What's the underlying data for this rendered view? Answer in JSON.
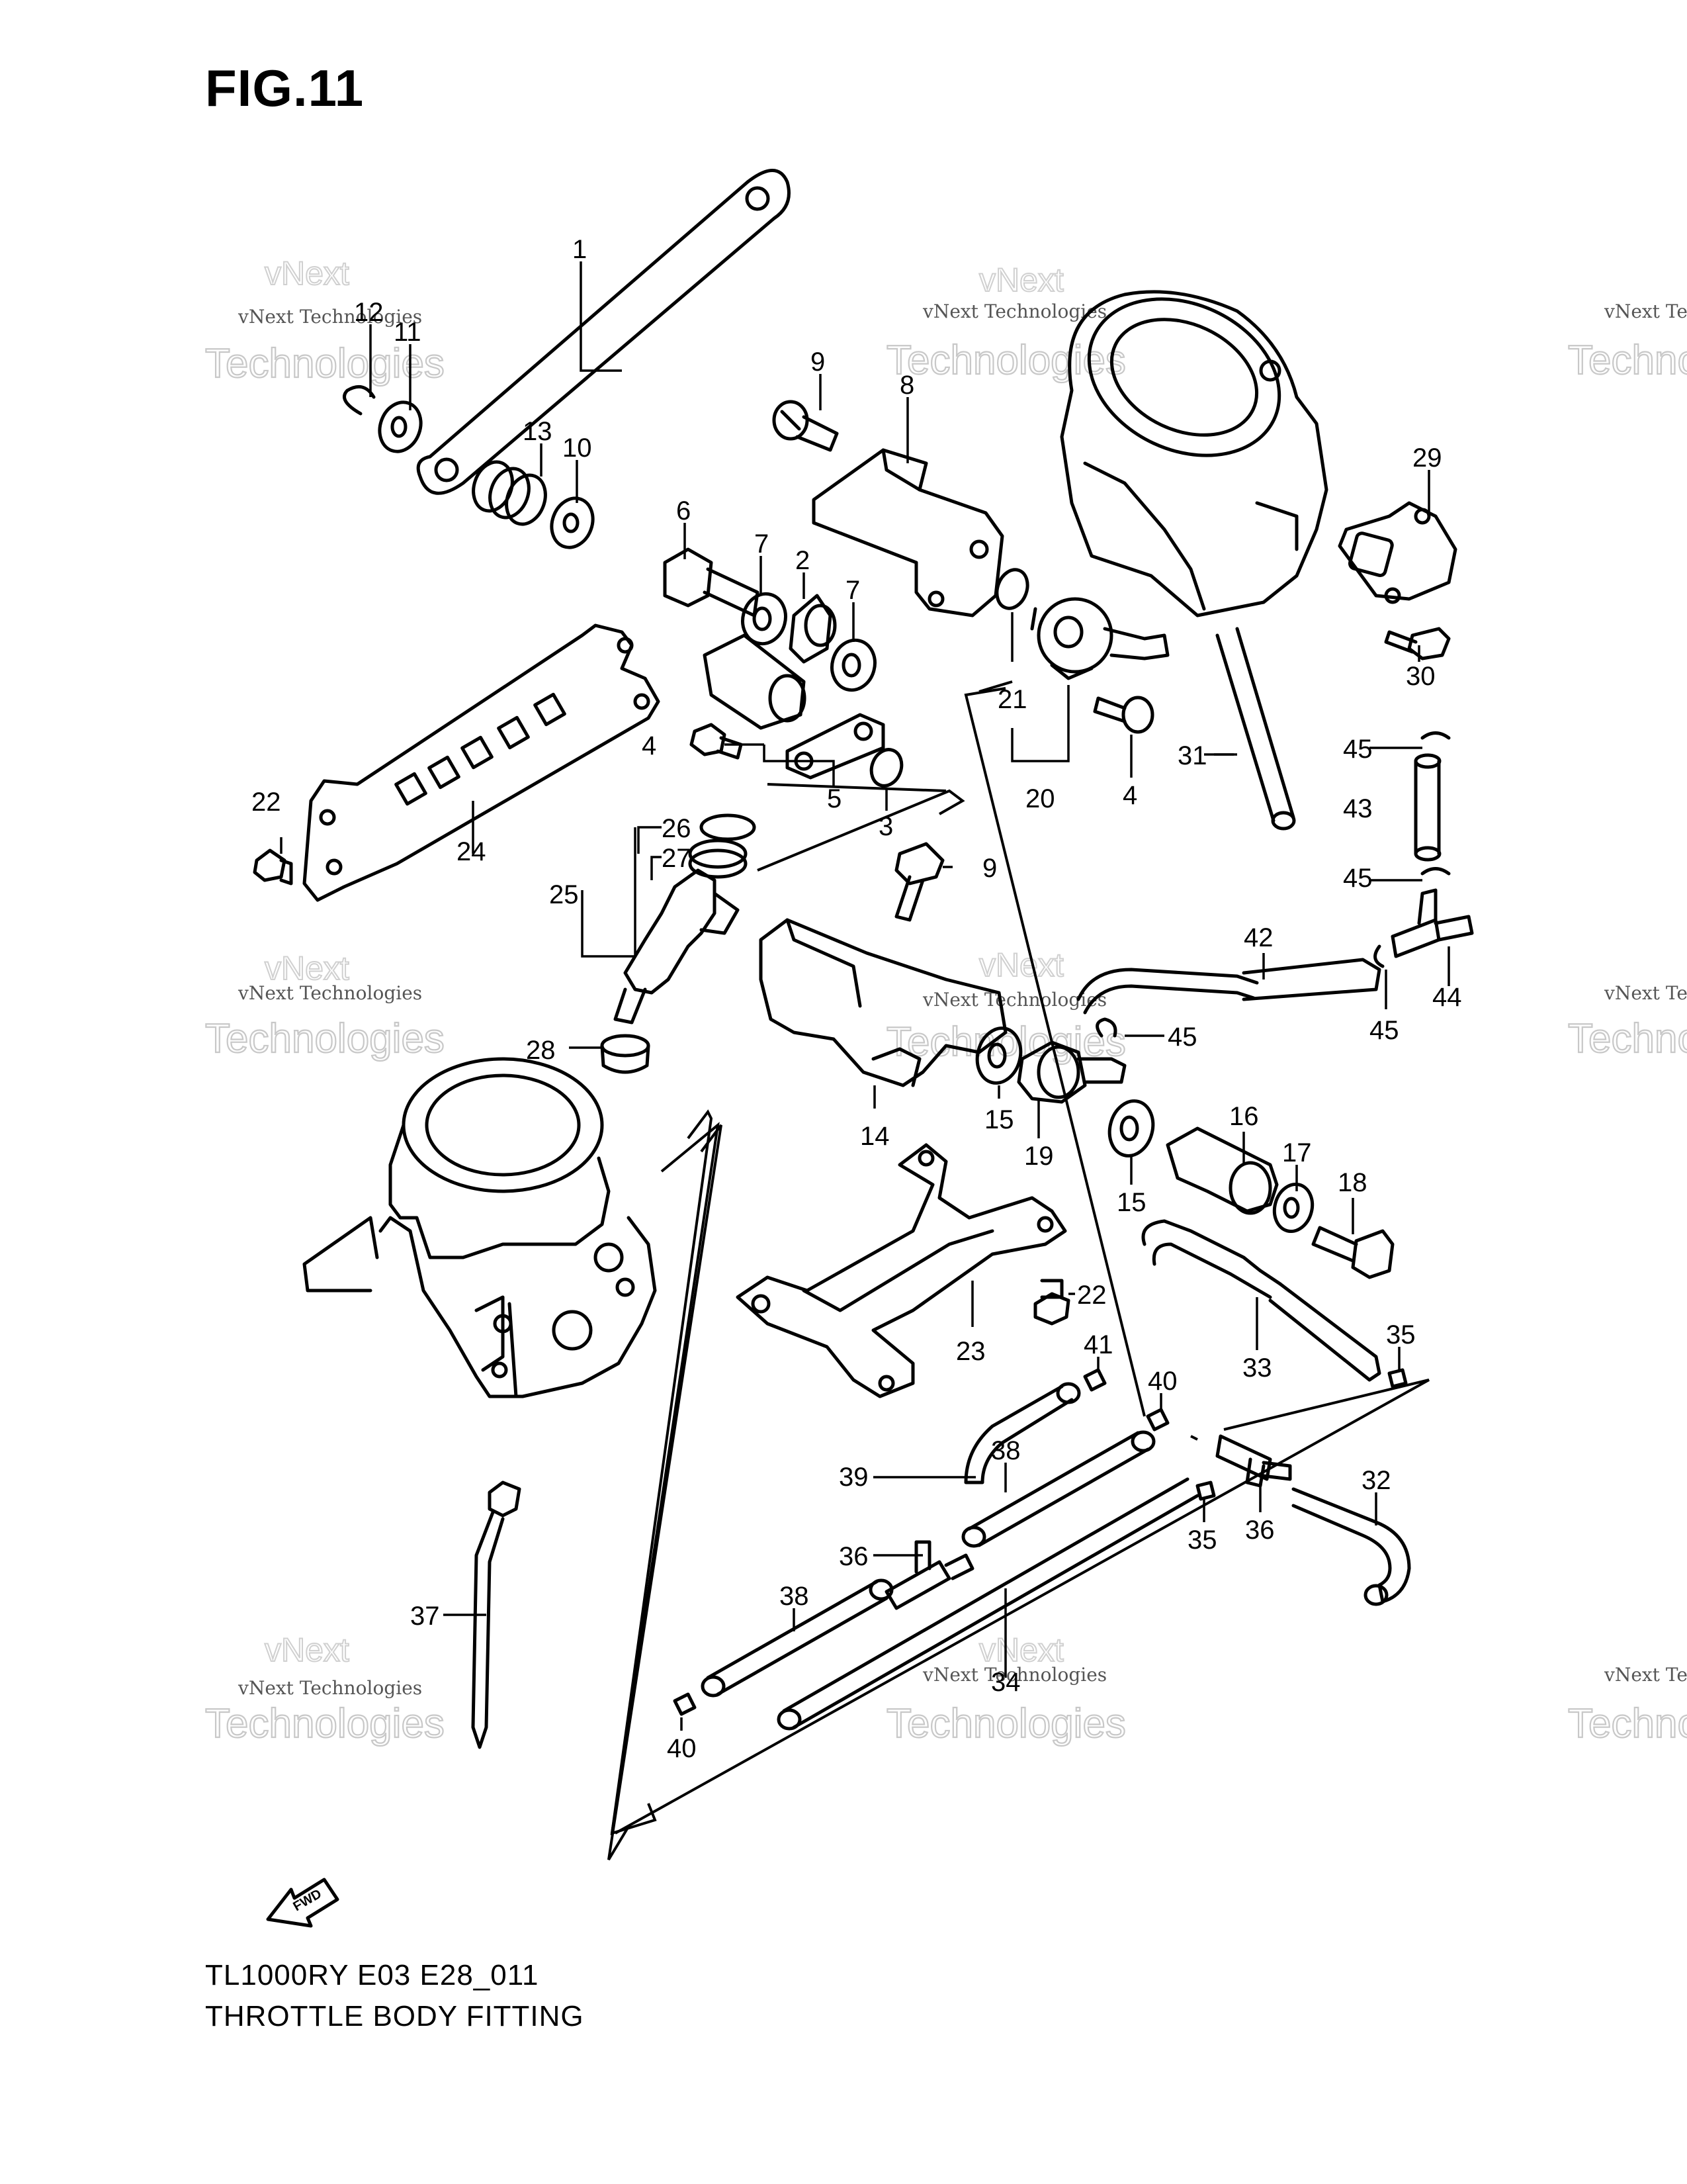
{
  "figure": {
    "title": "FIG.11",
    "model_code": "TL1000RY E03 E28_011",
    "diagram_title": "THROTTLE BODY FITTING",
    "fwd_label": "FWD"
  },
  "watermark": {
    "line1": "vNext Technologies",
    "line2": "vNext",
    "line3": "Technologies"
  },
  "callouts": [
    "1",
    "12",
    "11",
    "13",
    "10",
    "9",
    "8",
    "6",
    "7",
    "2",
    "7",
    "29",
    "30",
    "31",
    "21",
    "20",
    "4",
    "4",
    "5",
    "3",
    "22",
    "24",
    "26",
    "27",
    "25",
    "9",
    "45",
    "43",
    "45",
    "42",
    "44",
    "45",
    "45",
    "28",
    "14",
    "15",
    "19",
    "15",
    "16",
    "17",
    "18",
    "22",
    "23",
    "33",
    "35",
    "41",
    "40",
    "39",
    "38",
    "36",
    "35",
    "36",
    "32",
    "37",
    "38",
    "34",
    "40"
  ]
}
